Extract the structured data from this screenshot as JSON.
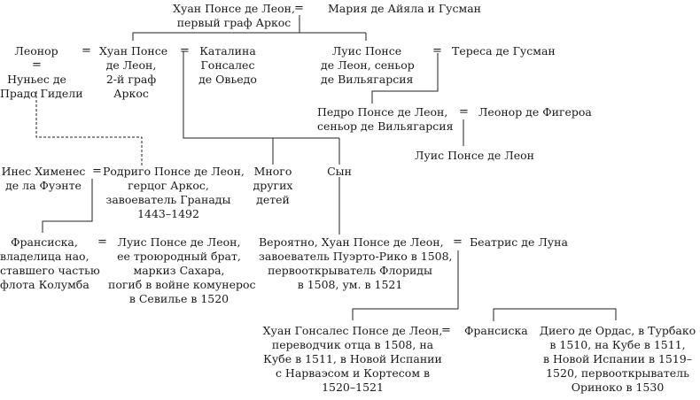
{
  "nodes": {
    "juan_arcos1": [
      "Хуан Понсе де Леон,",
      "первый граф Аркос"
    ],
    "maria": [
      "Мария де Айяла и Гусман"
    ],
    "leonor": [
      "Леонор"
    ],
    "nunes": [
      "Нуньес де",
      "Прадо Гидели"
    ],
    "juan_arcos2": [
      "Хуан Понсе",
      "де Леон,",
      "2-й граф",
      "Аркос"
    ],
    "catalina": [
      "Каталина",
      "Гонсалес",
      "де Овьедо"
    ],
    "luis_senor": [
      "Луис Понсе",
      "де Леон, сеньор",
      "де Вильягарсия"
    ],
    "teresa": [
      "Тереса де Гусман"
    ],
    "pedro": [
      "Педро Понсе де Леон,",
      "сеньор де Вильягарсия"
    ],
    "leonor_figueroa": [
      "Леонор де Фигероа"
    ],
    "luis_pedro": [
      "Луис Понсе де Леон"
    ],
    "ines": [
      "Инес Хименес",
      "де ла Фуэнте"
    ],
    "rodrigo": [
      "Родриго Понсе де Леон,",
      "герцог Аркос,",
      "завоеватель Гранады",
      "1443–1492"
    ],
    "many": [
      "Много",
      "других",
      "детей"
    ],
    "son": [
      "Сын"
    ],
    "francisca1": [
      "Франсиска,",
      "владелица нао,",
      "ставшего частью",
      "флота Колумба"
    ],
    "luis_zahara": [
      "Луис Понсе де Леон,",
      "ее троюродный брат,",
      "маркиз Сахара,",
      "погиб в войне комунерос",
      "в Севилье в 1520"
    ],
    "juan_pr": [
      "Вероятно, Хуан Понсе де Леон,",
      "завоеватель Пуэрто-Рико в 1508,",
      "первооткрыватель Флориды",
      "в 1508, ум. в 1521"
    ],
    "beatriz": [
      "Беатрис де Луна"
    ],
    "juan_gonzalez": [
      "Хуан Гонсалес Понсе де Леон,",
      "переводчик отца в 1508, на",
      "Кубе в 1511, в Новой Испании",
      "с Нарваэсом и Кортесом в",
      "1520–1521"
    ],
    "francisca2": [
      "Франсиска"
    ],
    "diego": [
      "Диего де Ордас, в Турбако",
      "в 1510, на Кубе в 1511,",
      "в Новой Испании в 1519–",
      "1520, первооткрыватель",
      "Ориноко в 1530"
    ]
  },
  "marriage_sign": "="
}
